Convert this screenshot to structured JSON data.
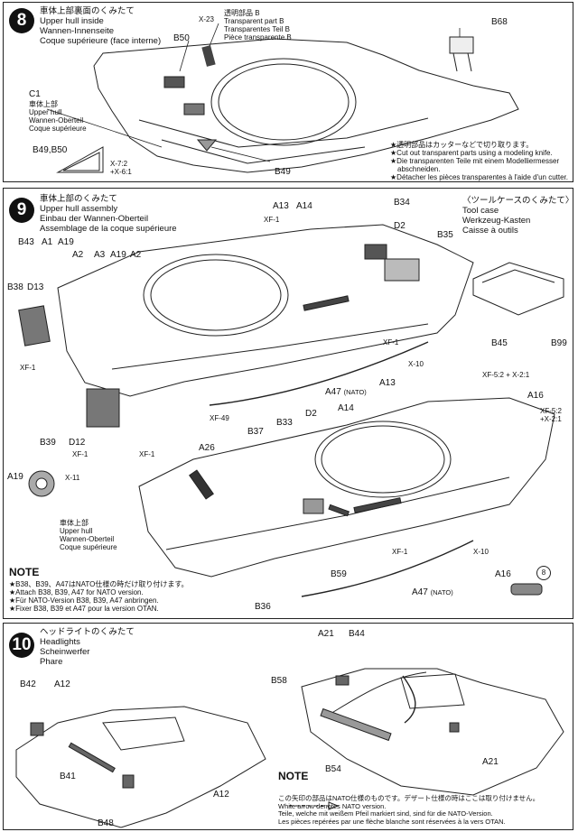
{
  "step8": {
    "number": "8",
    "title_jp": "車体上部裏面のくみたて",
    "title_en": "Upper hull inside",
    "title_de": "Wannen-Innenseite",
    "title_fr": "Coque supérieure (face interne)",
    "part_transparent": [
      "透明部品 B",
      "Transparent part B",
      "Transparentes Teil B",
      "Pièce transparente B"
    ],
    "labels": {
      "x23": "X-23",
      "b50": "B50",
      "b68": "B68",
      "c1": "C1",
      "b4950": "B49,B50",
      "b49": "B49"
    },
    "c1_text": [
      "車体上部",
      "Upper hull",
      "Wannen-Oberteil",
      "Coque supérieure"
    ],
    "paint_mix": [
      "X-7:2",
      "+X-6:1"
    ],
    "note_lines": [
      "★透明部品はカッターなどで切り取ります。",
      "★Cut out transparent parts using a modeling knife.",
      "★Die transparenten Teile mit einem Modelliermesser",
      "abschneiden.",
      "★Détacher les pièces transparentes à l'aide d'un cutter."
    ]
  },
  "step9": {
    "number": "9",
    "title_jp": "車体上部のくみたて",
    "title_en": "Upper hull assembly",
    "title_de": "Einbau der Wannen-Oberteil",
    "title_fr": "Assemblage de la coque supérieure",
    "toolcase": [
      "〈ツールケースのくみたて〉",
      "Tool case",
      "Werkzeug-Kasten",
      "Caisse à outils"
    ],
    "labels": {
      "a13a": "A13",
      "a14a": "A14",
      "b34": "B34",
      "xf1a": "XF-1",
      "d2a": "D2",
      "b35": "B35",
      "b43": "B43",
      "a1": "A1",
      "a19a": "A19",
      "a2a": "A2",
      "a3": "A3",
      "a19b": "A19",
      "a2b": "A2",
      "b38": "B38",
      "d13": "D13",
      "xf1b": "XF-1",
      "xf1c": "XF-1",
      "x10a": "X-10",
      "a47a": "A47",
      "nato": "(NATO)",
      "a13b": "A13",
      "b45": "B45",
      "b99": "B99",
      "xf52a": "XF-5:2 + X-2:1",
      "a16a": "A16",
      "xf52b": "XF-5:2",
      "x21b": "+X-2:1",
      "xf49": "XF-49",
      "b37": "B37",
      "b33": "B33",
      "d2b": "D2",
      "a14b": "A14",
      "b39": "B39",
      "d12": "D12",
      "xf1d": "XF-1",
      "xf1e": "XF-1",
      "a26": "A26",
      "a19c": "A19",
      "x11": "X-11",
      "xf1f": "XF-1",
      "x10b": "X-10",
      "b59": "B59",
      "a47b": "A47",
      "nato2": "(NATO)",
      "b36": "B36",
      "a16b": "A16",
      "circ8": "8"
    },
    "upper_hull": [
      "車体上部",
      "Upper hull",
      "Wannen-Oberteil",
      "Coque supérieure"
    ],
    "note_title": "NOTE",
    "note_lines": [
      "★B38、B39、A47はNATO仕様の時だけ取り付けます。",
      "★Attach B38, B39, A47 for NATO version.",
      "★Für NATO-Version B38, B39, A47 anbringen.",
      "★Fixer B38, B39 et A47 pour la version OTAN."
    ]
  },
  "step10": {
    "number": "10",
    "title_jp": "ヘッドライトのくみたて",
    "title_en": "Headlights",
    "title_de": "Scheinwerfer",
    "title_fr": "Phare",
    "labels": {
      "b42": "B42",
      "a12a": "A12",
      "b41": "B41",
      "a12b": "A12",
      "b48": "B48",
      "a21a": "A21",
      "b44": "B44",
      "b58": "B58",
      "b54": "B54",
      "a21b": "A21"
    },
    "note_title": "NOTE",
    "note_lines": [
      "この矢印の部品はNATO仕様のものです。デザート仕様の時はここは取り付けません。",
      "White arrow denotes NATO version.",
      "Teile, welche mit weißem Pfeil markiert sind, sind für die NATO-Version.",
      "Les pièces repérées par une flèche blanche sont réservées à la vers OTAN."
    ]
  }
}
